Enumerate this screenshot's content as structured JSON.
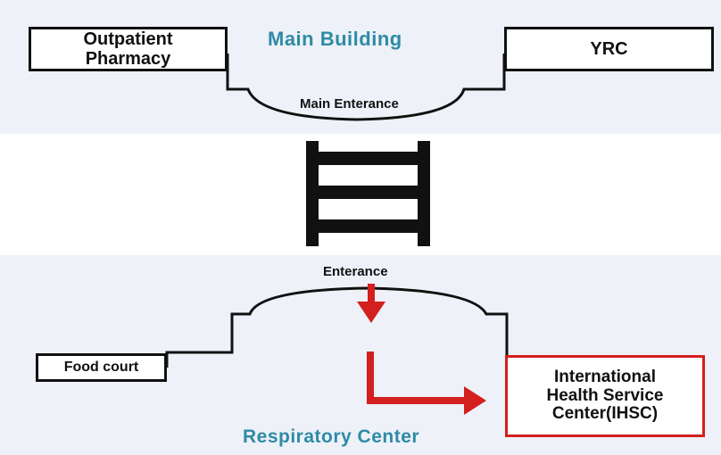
{
  "top": {
    "title": "Main Building",
    "left_box": "Outpatient\nPharmacy",
    "right_box": "YRC",
    "entrance": "Main Enterance"
  },
  "bottom": {
    "title": "Respiratory Center",
    "entrance": "Enterance",
    "left_box": "Food court",
    "destination_box": "International\nHealth Service\nCenter(IHSC)"
  },
  "colors": {
    "title": "#2e8ba5",
    "route": "#d41f1f",
    "outline": "#111111",
    "band": "#eef1f8"
  },
  "icons": {
    "connector": "ladder-bridge-icon",
    "route_start": "arrow-down-icon",
    "route_end": "arrow-right-icon"
  }
}
